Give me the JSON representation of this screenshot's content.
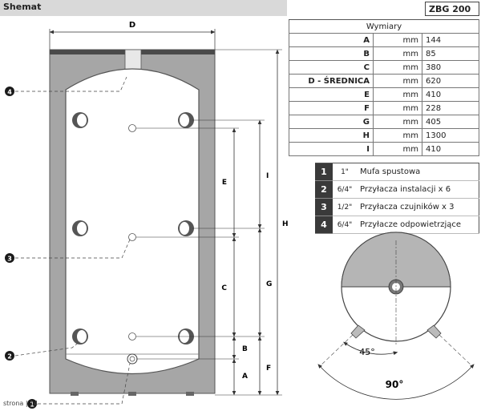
{
  "header": {
    "title": "Shemat"
  },
  "model": "ZBG 200",
  "dimensions": {
    "title": "Wymiary",
    "rows": [
      {
        "key": "A",
        "unit": "mm",
        "value": "144"
      },
      {
        "key": "B",
        "unit": "mm",
        "value": "85"
      },
      {
        "key": "C",
        "unit": "mm",
        "value": "380"
      },
      {
        "key": "D - ŚREDNICA",
        "unit": "mm",
        "value": "620"
      },
      {
        "key": "E",
        "unit": "mm",
        "value": "410"
      },
      {
        "key": "F",
        "unit": "mm",
        "value": "228"
      },
      {
        "key": "G",
        "unit": "mm",
        "value": "405"
      },
      {
        "key": "H",
        "unit": "mm",
        "value": "1300"
      },
      {
        "key": "I",
        "unit": "mm",
        "value": "410"
      }
    ]
  },
  "legend": [
    {
      "num": "1",
      "size": "1\"",
      "label": "Mufa spustowa"
    },
    {
      "num": "2",
      "size": "6/4\"",
      "label": "Przyłacza instalacji x 6"
    },
    {
      "num": "3",
      "size": "1/2\"",
      "label": "Przyłacza czujników x 3"
    },
    {
      "num": "4",
      "size": "6/4\"",
      "label": "Przyłacze odpowietrzjące"
    }
  ],
  "diagram": {
    "dim_letters": {
      "d": "D",
      "e": "E",
      "c": "C",
      "b": "B",
      "a": "A",
      "i": "I",
      "g": "G",
      "f": "F",
      "h": "H"
    },
    "callouts": {
      "c4": "4",
      "c3": "3",
      "c2": "2",
      "c1": "1"
    },
    "angle_small": "45°",
    "angle_large": "90°"
  },
  "footer": {
    "page": "strona | 14"
  }
}
